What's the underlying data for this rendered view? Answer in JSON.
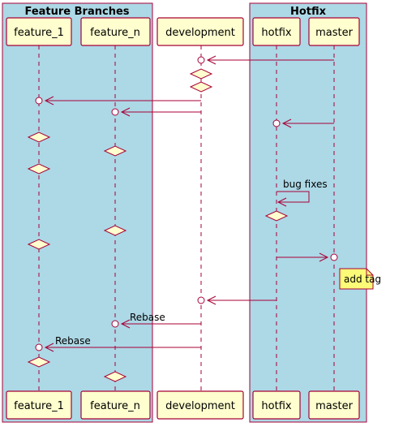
{
  "boxes": [
    {
      "id": "features",
      "title": "Feature Branches",
      "fill": "#add8e6"
    },
    {
      "id": "hotfix_box",
      "title": "Hotfix",
      "fill": "#add8e6"
    }
  ],
  "participants": [
    {
      "id": "feature_1",
      "label": "feature_1"
    },
    {
      "id": "feature_n",
      "label": "feature_n"
    },
    {
      "id": "development",
      "label": "development"
    },
    {
      "id": "hotfix",
      "label": "hotfix"
    },
    {
      "id": "master",
      "label": "master"
    }
  ],
  "messages": [
    {
      "from": "master",
      "to": "development",
      "label": ""
    },
    {
      "from": "development",
      "to": "feature_1",
      "label": ""
    },
    {
      "from": "development",
      "to": "feature_n",
      "label": ""
    },
    {
      "from": "master",
      "to": "hotfix",
      "label": ""
    },
    {
      "from": "hotfix",
      "to": "hotfix",
      "label": "bug fixes"
    },
    {
      "from": "hotfix",
      "to": "master",
      "label": ""
    },
    {
      "from": "hotfix",
      "to": "development",
      "label": ""
    },
    {
      "from": "development",
      "to": "feature_n",
      "label": "Rebase"
    },
    {
      "from": "development",
      "to": "feature_1",
      "label": "Rebase"
    }
  ],
  "note": {
    "text": "add tag",
    "attached_to": "master"
  },
  "colors": {
    "box_fill": "#add8e6",
    "border": "#a80036",
    "participant_fill": "#fefece",
    "note_fill": "#fbfb77",
    "diamond_fill": "#fefece"
  }
}
